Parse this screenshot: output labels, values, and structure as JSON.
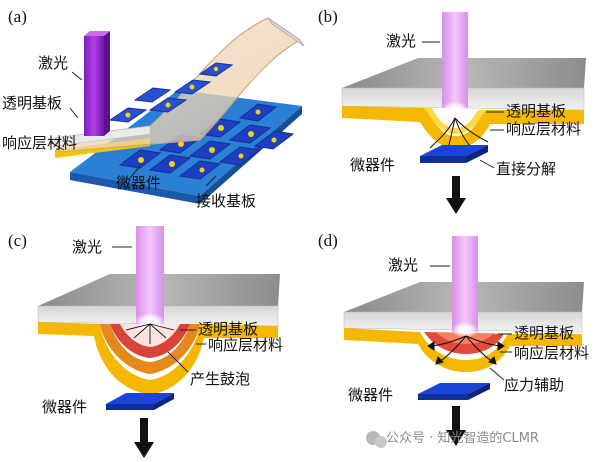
{
  "panels": {
    "a": {
      "label": "(a)",
      "laser": "激光",
      "substrate": "透明基板",
      "response": "响应层材料",
      "device": "微器件",
      "receiver": "接收基板"
    },
    "b": {
      "label": "(b)",
      "laser": "激光",
      "substrate": "透明基板",
      "response": "响应层材料",
      "device": "微器件",
      "mechanism": "直接分解"
    },
    "c": {
      "label": "(c)",
      "laser": "激光",
      "substrate": "透明基板",
      "response": "响应层材料",
      "device": "微器件",
      "mechanism": "产生鼓泡"
    },
    "d": {
      "label": "(d)",
      "laser": "激光",
      "substrate": "透明基板",
      "response": "响应层材料",
      "device": "微器件",
      "mechanism": "应力辅助"
    }
  },
  "watermark": "公众号 · 知光智造的CLMR",
  "colors": {
    "laser": "#cc33dd",
    "substrate": "#9e9e9e",
    "response": "#f5b800",
    "device": "#1a45d6",
    "receiver": "#2a7fd6",
    "bubble": "#d9433a"
  },
  "icons": [
    "laser-beam-icon",
    "down-arrow-icon",
    "wechat-icon"
  ]
}
